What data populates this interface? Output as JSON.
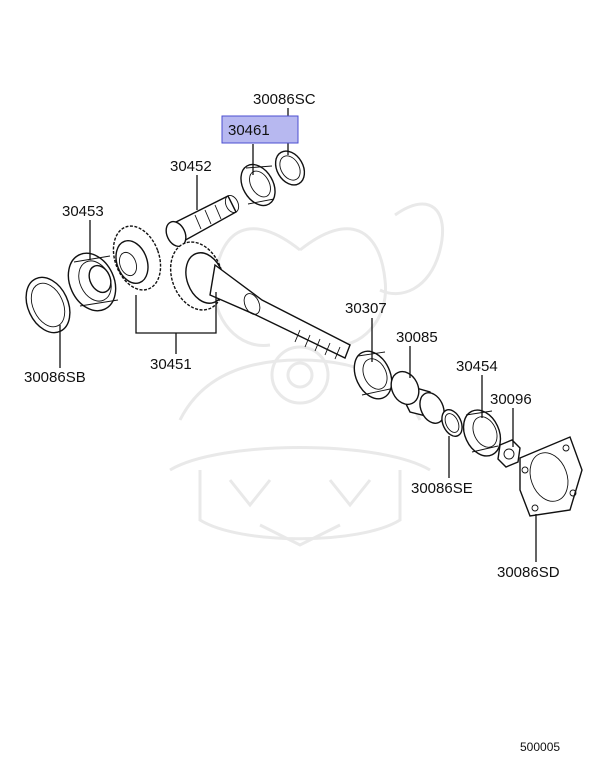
{
  "diagram": {
    "highlight_color": "#b7b8f0",
    "highlight_border": "#4b4ed0",
    "labels": {
      "p30086SC": "30086SC",
      "p30461": "30461",
      "p30452": "30452",
      "p30453": "30453",
      "p30086SB": "30086SB",
      "p30451": "30451",
      "p30307": "30307",
      "p30085": "30085",
      "p30454": "30454",
      "p30096": "30096",
      "p30086SE": "30086SE",
      "p30086SD": "30086SD"
    },
    "diagram_code": "500005"
  }
}
